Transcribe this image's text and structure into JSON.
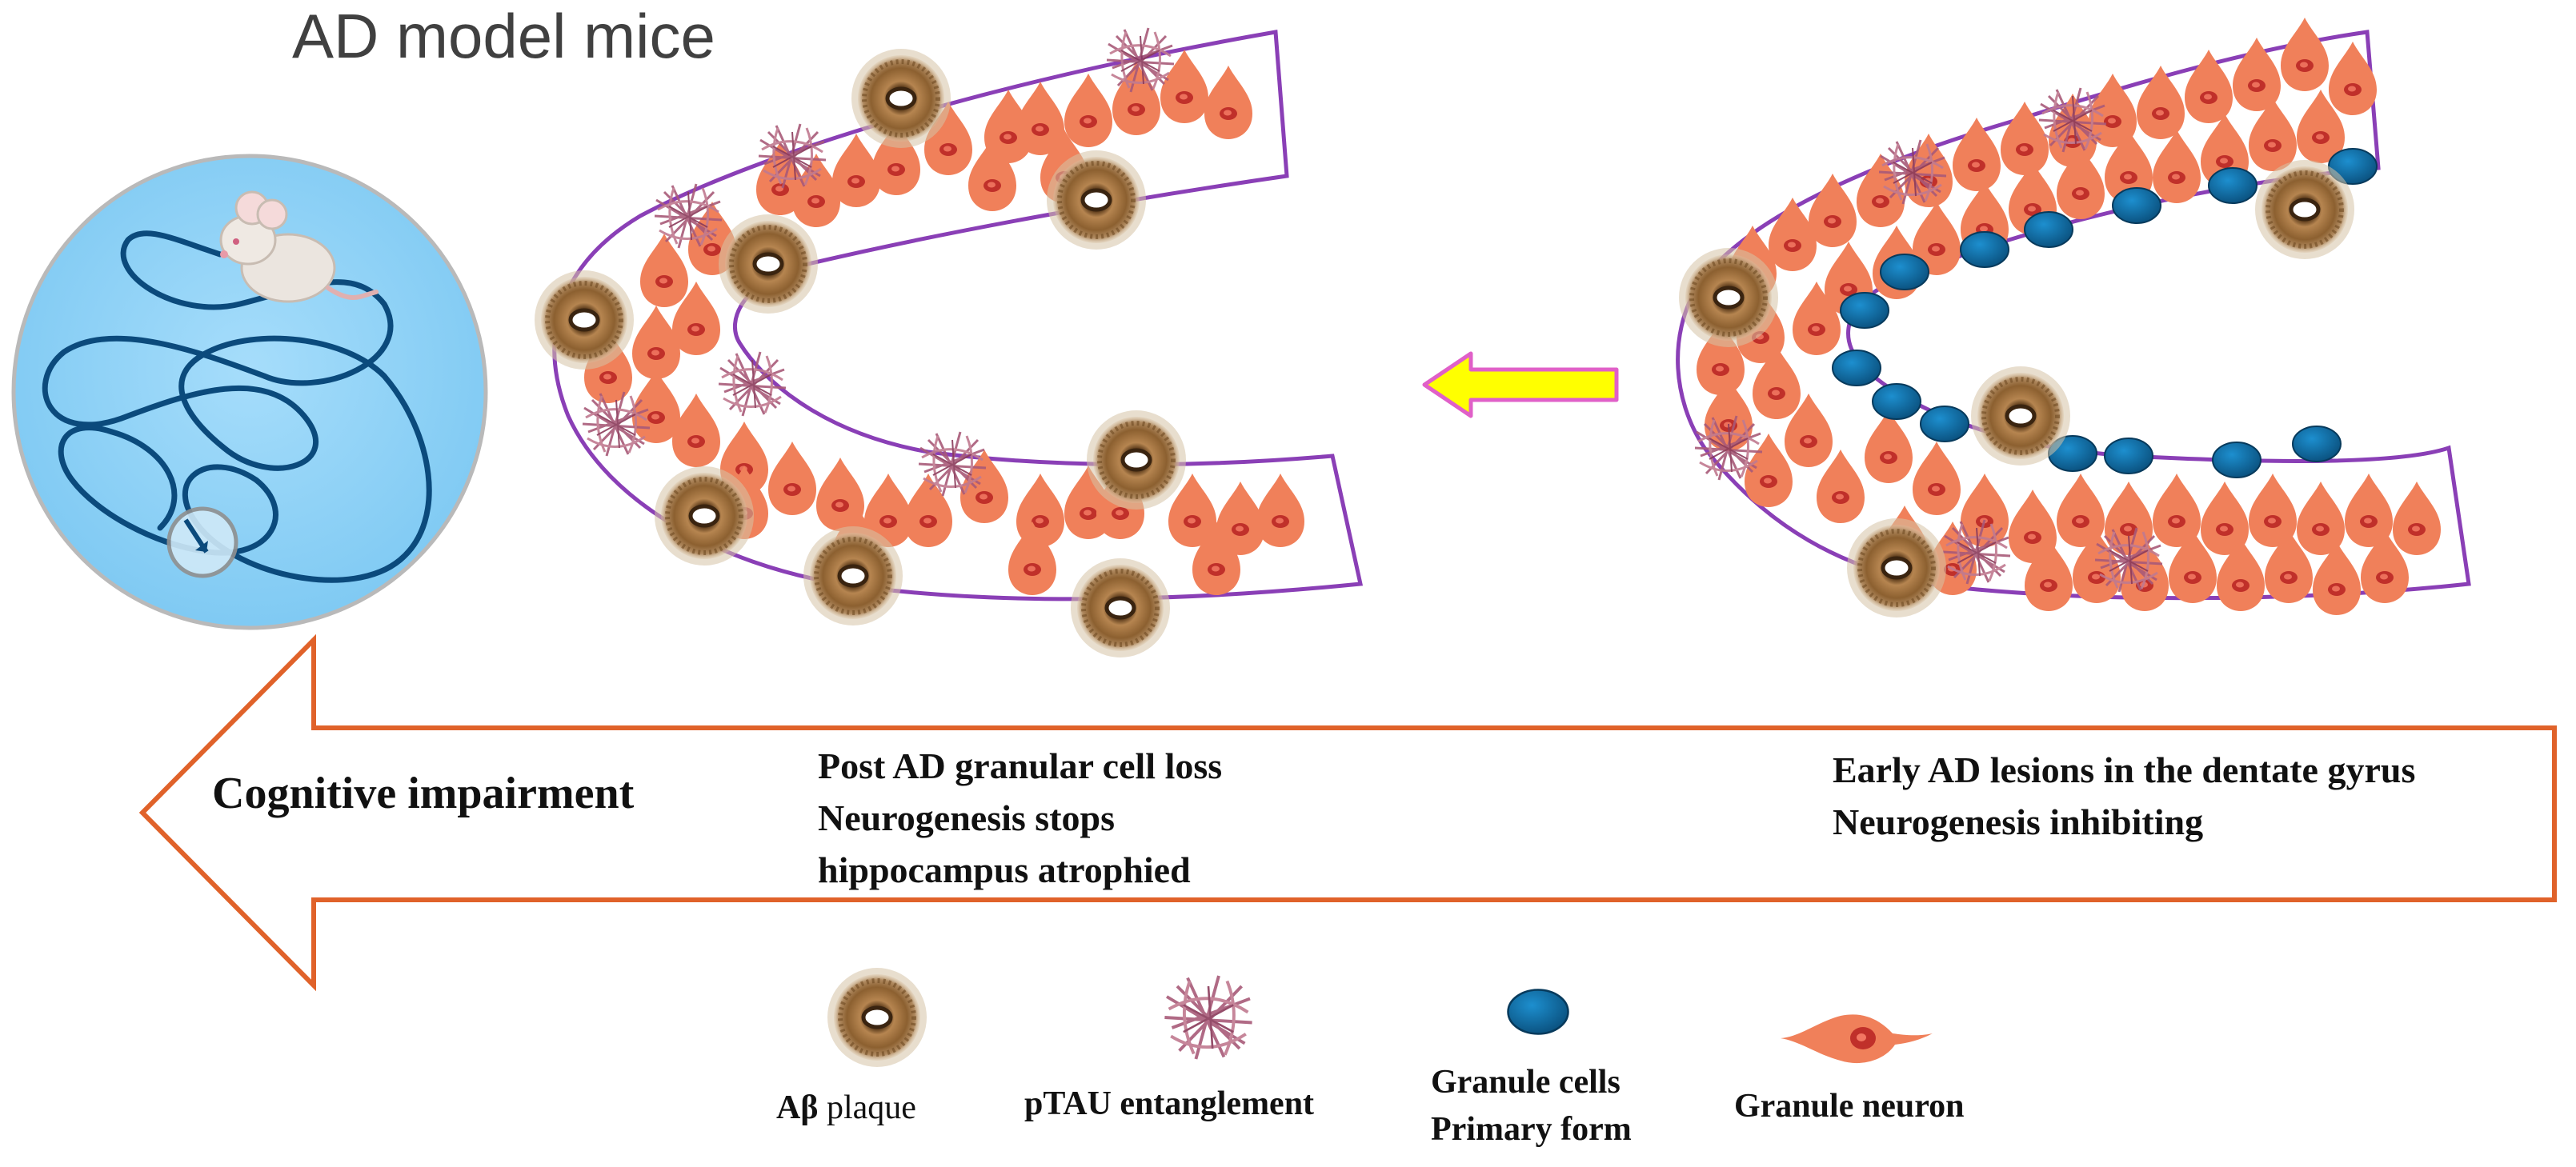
{
  "title": "AD model mice",
  "arrow_text": {
    "left": "Cognitive impairment",
    "middle": [
      "Post AD granular cell loss",
      "Neurogenesis stops",
      "hippocampus atrophied"
    ],
    "right": [
      "Early AD  lesions in the dentate gyrus",
      "Neurogenesis inhibiting"
    ]
  },
  "legend": {
    "plaque_prefix": "Aβ",
    "plaque_suffix": " plaque",
    "ptau": "pTAU entanglement",
    "granule_cells_line1": "Granule cells",
    "granule_cells_line2": "Primary form",
    "granule_neuron": "Granule neuron"
  },
  "colors": {
    "maze_fill": "#8fd3f8",
    "maze_path": "#0b4a7c",
    "gyrus_outline": "#8a3fb6",
    "neuron_body": "#f0805a",
    "neuron_nucleus": "#c0302a",
    "granule_cell": "#0e6fa6",
    "plaque": "#a07240",
    "ptau": "#a85a78",
    "big_arrow_stroke": "#e0622a",
    "yellow_arrow_fill": "#ffff00",
    "yellow_arrow_stroke": "#e060c8"
  },
  "icons": [
    "mouse-icon",
    "maze-path-icon",
    "abeta-plaque-icon",
    "ptau-tangle-icon",
    "granule-cell-icon",
    "granule-neuron-icon"
  ]
}
